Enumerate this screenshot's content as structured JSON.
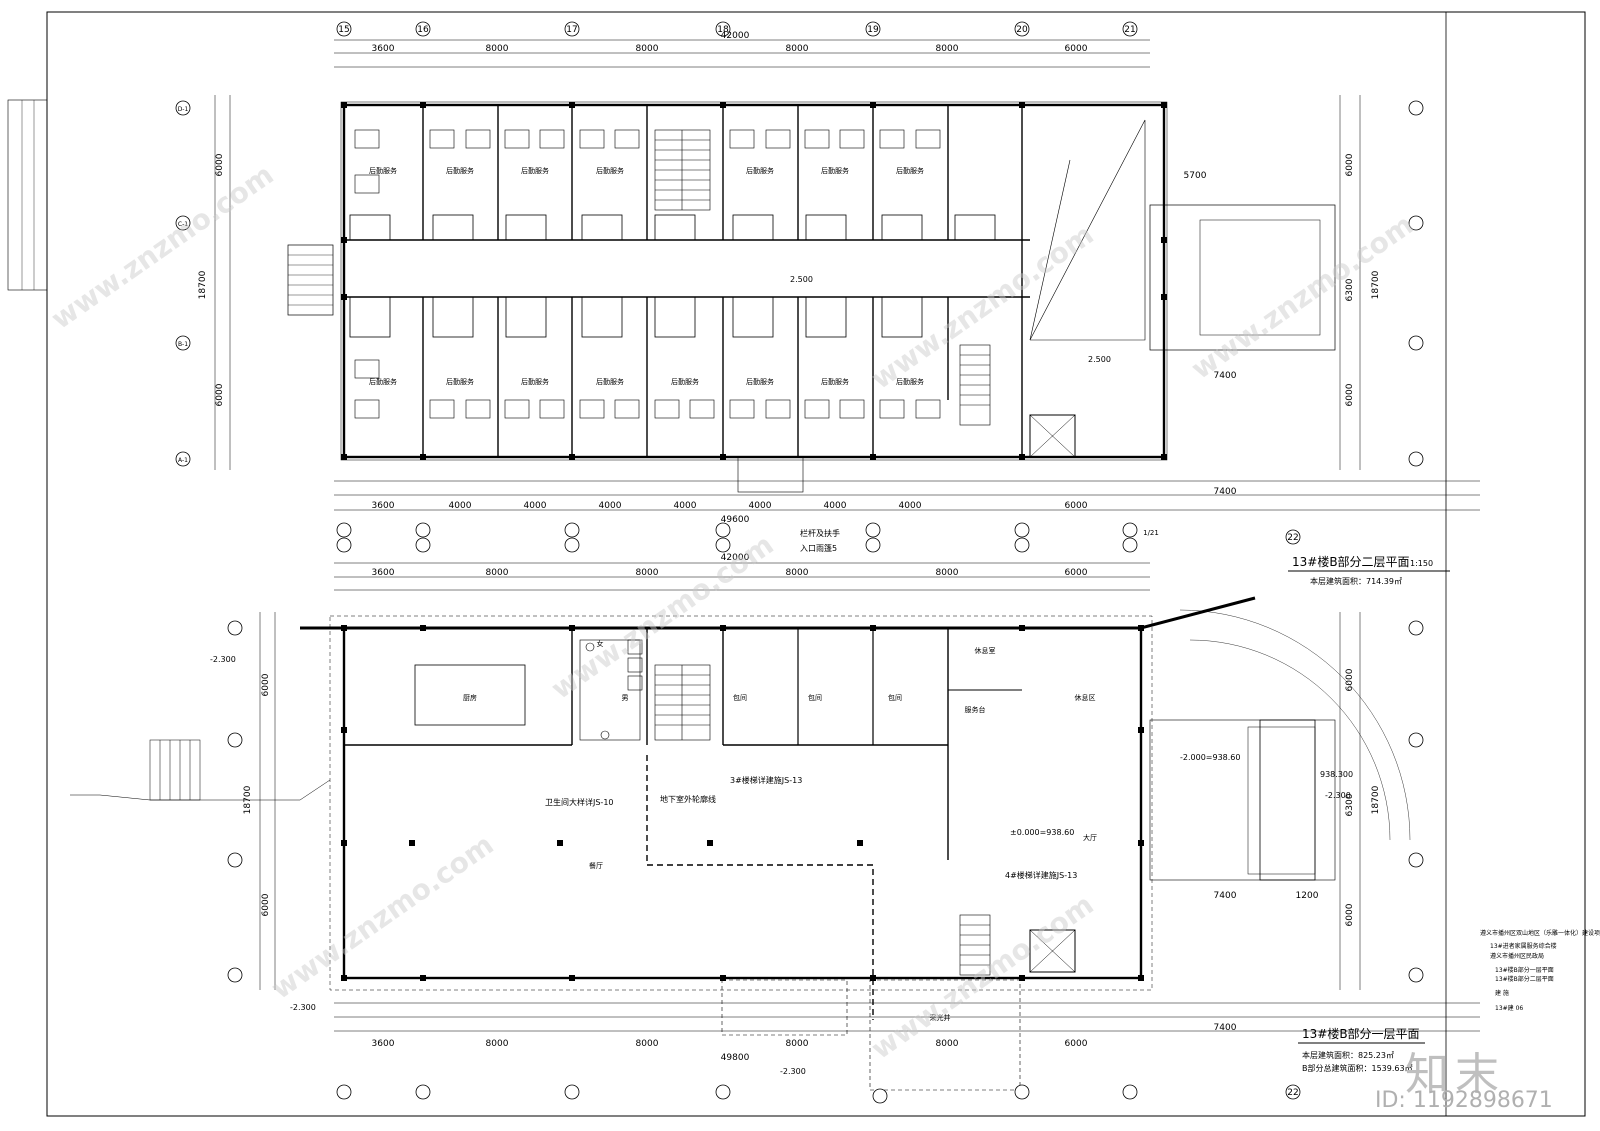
{
  "sheet": {
    "upper_title": "13#楼B部分二层平面",
    "upper_scale": "1:150",
    "upper_area": "本层建筑面积：714.39㎡",
    "lower_title": "13#楼B部分一层平面",
    "lower_area": "本层建筑面积：825.23㎡",
    "lower_total_area": "B部分总建筑面积：1539.63㎡"
  },
  "axes": {
    "columns": [
      "15",
      "16",
      "17",
      "18",
      "19",
      "20",
      "21",
      "22"
    ],
    "rows": [
      "D-1",
      "C-1",
      "B-1",
      "A-1"
    ],
    "sub_axis": "1/21"
  },
  "dims": {
    "upper_total_top": "42000",
    "upper_total_bottom": "49600",
    "lower_total_top": "42000",
    "lower_total_bottom": "49800",
    "top_spans": [
      "3600",
      "8000",
      "8000",
      "8000",
      "8000",
      "6000"
    ],
    "bottom_spans": [
      "3600",
      "4000",
      "4000",
      "4000",
      "4000",
      "4000",
      "4000",
      "4000",
      "6000",
      "7400"
    ],
    "side_total": "18700",
    "side_spans": [
      "6000",
      "6300",
      "6000"
    ],
    "right_spans_1": [
      "5700",
      "7400"
    ],
    "right_spans_2": [
      "7400",
      "1200"
    ]
  },
  "rooms": {
    "guest_room": "后勤服务",
    "kitchen": "厨房",
    "private_room": "包间",
    "restaurant": "餐厅",
    "hall": "大厅",
    "rest_area": "休息区",
    "lounge": "休息室",
    "service_desk": "服务台",
    "light_well": "采光井",
    "female_wc": "女",
    "male_wc": "男"
  },
  "notes": {
    "entrance_canopy": "入口雨篷5",
    "railing": "栏杆及扶手",
    "stair_detail_3": "3#楼梯详建施JS-13",
    "stair_detail_4": "4#楼梯详建施JS-13",
    "basement_line": "地下室外轮廓线",
    "kitchen_detail": "卫生间大样详JS-10",
    "level_1": "±0.000=938.60",
    "level_2": "-2.000=938.60",
    "level_upper": "2.500",
    "level_neg": "-2.300",
    "elev_938": "938.300"
  },
  "project_block": {
    "project": "遵义市播州区双山地区（乐雕一体化）建设项目",
    "building": "13#进者家属服务综合楼",
    "client": "遵义市播州区民政局",
    "sheet_1": "13#楼B部分一层平面",
    "sheet_2": "13#楼B部分二层平面",
    "discipline": "建 施",
    "number": "13#建 06"
  },
  "watermark": {
    "logo_text": "知末",
    "id_text": "ID: 1192898671",
    "site": "www.znzmo.com"
  }
}
